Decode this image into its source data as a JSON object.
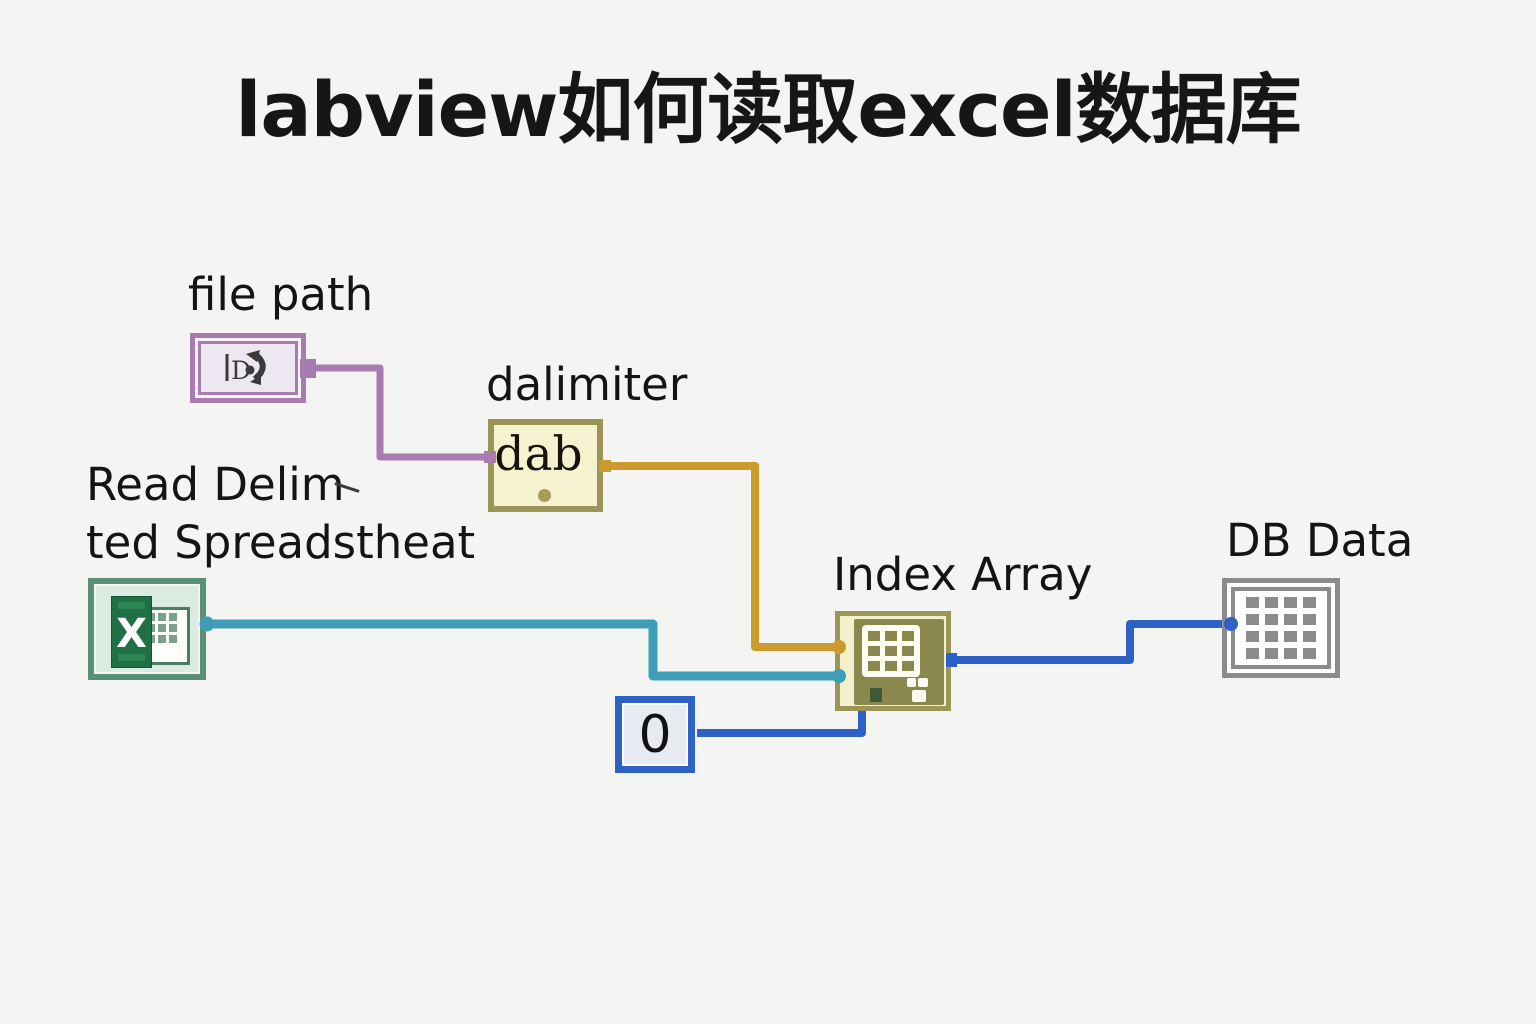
{
  "title": {
    "text": "labview如何读取excel数据库"
  },
  "nodes": {
    "file_path": {
      "label": "file path",
      "icon": "path-constant-icon"
    },
    "delimiter": {
      "label": "dalimiter",
      "value": "dab",
      "icon": "string-constant"
    },
    "read_spreadsheet": {
      "label_line1": "Read Delim",
      "label_line2": "ted Spreadstheat",
      "icon": "excel-icon",
      "icon_letter": "X"
    },
    "index_constant": {
      "value": "0"
    },
    "index_array": {
      "label": "Index Array",
      "icon": "array-grid-icon"
    },
    "db_data": {
      "label": "DB Data",
      "icon": "table-grid-icon"
    }
  },
  "colors": {
    "background": "#f4f4f2",
    "wire_path_purple": "#a87cb0",
    "wire_string_orange": "#cd9a30",
    "wire_array_teal": "#3e9eb8",
    "wire_int_blue": "#2d61c6",
    "khaki_border": "#9a9456",
    "khaki_fill": "#f5f0cf",
    "olive_inner": "#8a884d",
    "excel_green": "#1f7145",
    "excel_node_border": "#5b8f76",
    "excel_node_fill": "#dcebe2",
    "gray_border": "#8b8b8b",
    "int_fill": "#e8eaf2",
    "purple_fill": "#ece7f0",
    "icon_glyph": "#3a3a3a"
  }
}
